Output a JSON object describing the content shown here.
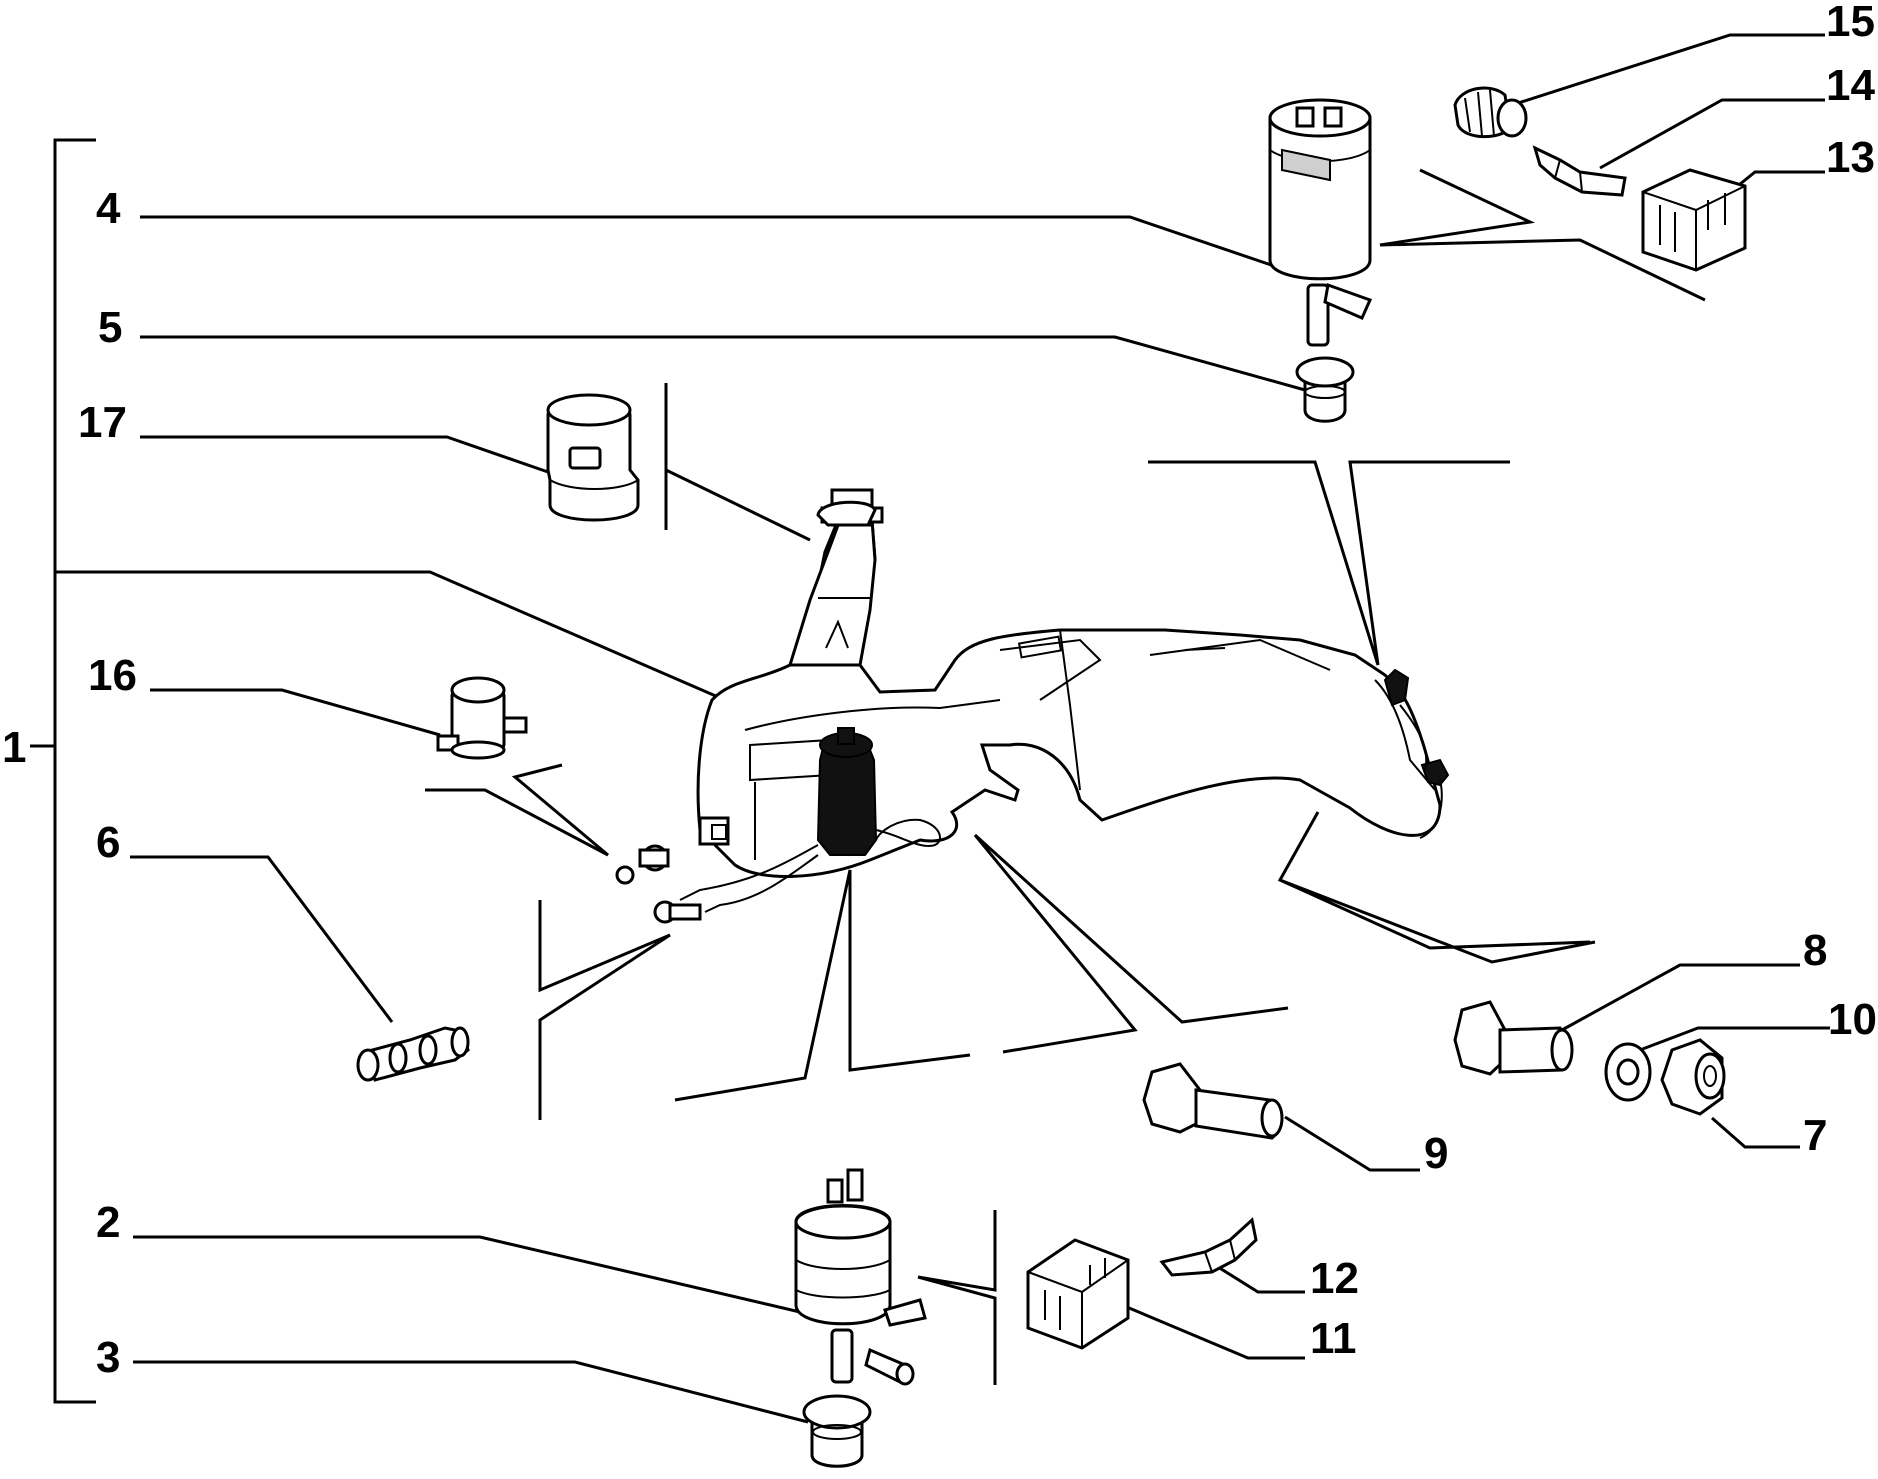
{
  "callouts": [
    {
      "id": "1",
      "label": "1"
    },
    {
      "id": "2",
      "label": "2"
    },
    {
      "id": "3",
      "label": "3"
    },
    {
      "id": "4",
      "label": "4"
    },
    {
      "id": "5",
      "label": "5"
    },
    {
      "id": "6",
      "label": "6"
    },
    {
      "id": "7",
      "label": "7"
    },
    {
      "id": "8",
      "label": "8"
    },
    {
      "id": "9",
      "label": "9"
    },
    {
      "id": "10",
      "label": "10"
    },
    {
      "id": "11",
      "label": "11"
    },
    {
      "id": "12",
      "label": "12"
    },
    {
      "id": "13",
      "label": "13"
    },
    {
      "id": "14",
      "label": "14"
    },
    {
      "id": "15",
      "label": "15"
    },
    {
      "id": "16",
      "label": "16"
    },
    {
      "id": "17",
      "label": "17"
    }
  ],
  "colors": {
    "line": "#000000",
    "background": "#ffffff",
    "shade": "#cfcfcf"
  }
}
